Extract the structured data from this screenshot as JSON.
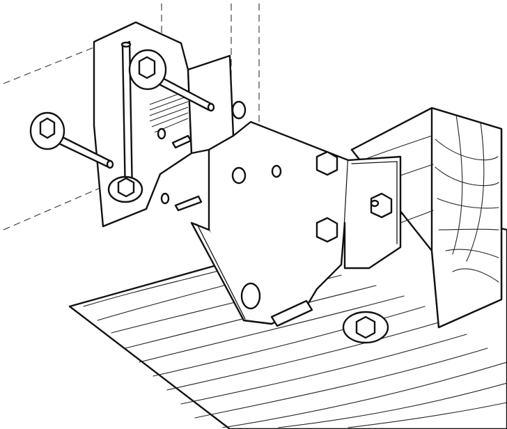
{
  "figure": {
    "subject": "",
    "components": [
      {
        "id": "joist",
        "icon": "wood-joist-icon"
      },
      {
        "id": "bracket",
        "icon": "metal-bracket-icon"
      },
      {
        "id": "lag-bolt-left",
        "icon": "lag-bolt-icon"
      },
      {
        "id": "lag-bolt-top",
        "icon": "lag-bolt-icon"
      },
      {
        "id": "lag-bolt-front",
        "icon": "lag-bolt-icon"
      },
      {
        "id": "bolt-base",
        "icon": "hex-bolt-icon"
      },
      {
        "id": "vertical-pin",
        "icon": "pin-icon"
      }
    ],
    "colors": {
      "ink": "#111111",
      "paper": "#ffffff"
    }
  }
}
